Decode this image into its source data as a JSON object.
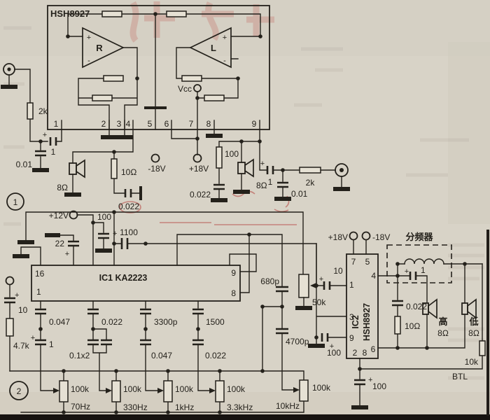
{
  "sym": {
    "plus": "+",
    "minus": "-"
  },
  "c1": {
    "badge": "1",
    "ic": "HSH8927",
    "amp_r": "R",
    "amp_l": "L",
    "vcc": "Vcc",
    "pins": [
      "1",
      "2",
      "3",
      "4",
      "5",
      "6",
      "7",
      "8",
      "9"
    ],
    "r_in": "2k",
    "c_in": "1",
    "c_in_shunt": "0.01",
    "spk_l": "8Ω",
    "r_zobel": "10Ω",
    "c_zobel": "0.022",
    "v_neg": "-18V",
    "v_pos": "+18V",
    "r_out_shunt": "100",
    "c_out_shunt": "0.022",
    "spk_r": "8Ω",
    "c_out": "1",
    "c_out_gnd": "0.01",
    "r_out": "2k"
  },
  "c2": {
    "badge": "2",
    "v12": "+12V",
    "c22": "22",
    "c100_a": "100",
    "c1100": "1100",
    "ic1": "IC1  KA2223",
    "p16": "16",
    "p1": "1",
    "p9": "9",
    "p8": "8",
    "c_in": "10",
    "r_in": "4.7k",
    "row1": [
      "0.047",
      "0.022",
      "3300p",
      "1500"
    ],
    "row2": [
      "1",
      "0.1x2",
      "0.047",
      "0.022"
    ],
    "pots": [
      "100k",
      "100k",
      "100k",
      "100k",
      "100k"
    ],
    "freqs": [
      "70Hz",
      "330Hz",
      "1kHz",
      "3.3kHz",
      "10kHz"
    ],
    "c680": "680p",
    "c4700": "4700p",
    "r50k": "50k",
    "c10": "10",
    "c100_b": "100",
    "ic2_line1": "IC2",
    "ic2_line2": "HSH8927",
    "q7": "7",
    "q5": "5",
    "q4": "4",
    "q1": "1",
    "q3": "3",
    "q9": "9",
    "q2": "2",
    "q8": "8",
    "q6": "6",
    "v_pos": "+18V",
    "v_neg": "-18V",
    "xover": "分频器",
    "xc1": "1",
    "xc022": "0.022",
    "xr10": "10Ω",
    "hi": "高",
    "hi_ohm": "8Ω",
    "lo": "低",
    "lo_ohm": "8Ω",
    "r10k": "10k",
    "btl": "BTL",
    "c100_c": "100"
  }
}
